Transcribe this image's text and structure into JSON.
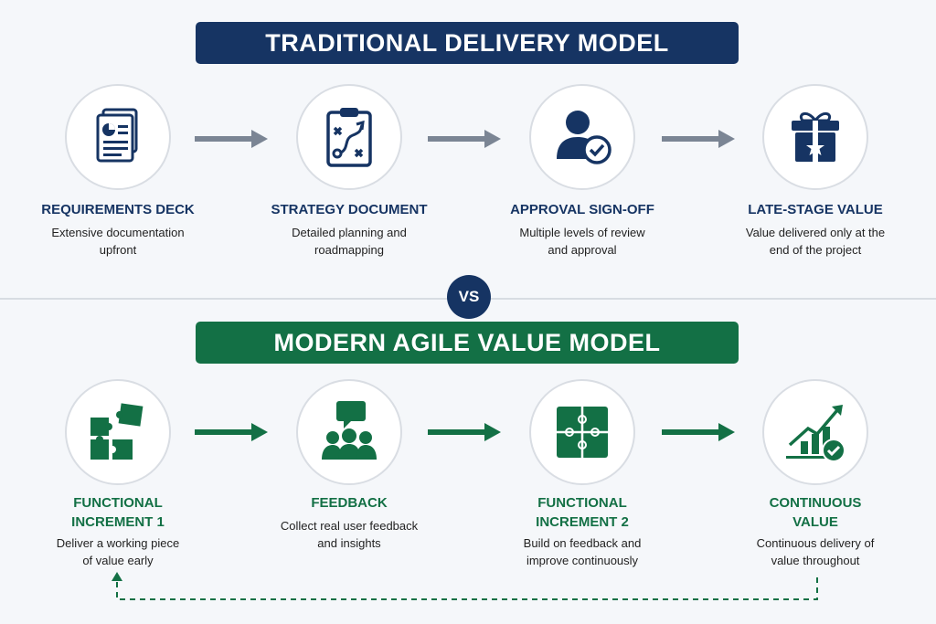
{
  "traditional": {
    "banner": "TRADITIONAL DELIVERY MODEL",
    "steps": [
      {
        "title": "REQUIREMENTS DECK",
        "desc1": "Extensive documentation",
        "desc2": "upfront",
        "icon": "document-icon"
      },
      {
        "title": "STRATEGY DOCUMENT",
        "desc1": "Detailed planning and",
        "desc2": "roadmapping",
        "icon": "clipboard-strategy-icon"
      },
      {
        "title": "APPROVAL SIGN-OFF",
        "desc1": "Multiple levels of review",
        "desc2": "and approval",
        "icon": "user-check-icon"
      },
      {
        "title": "LATE-STAGE VALUE",
        "desc1": "Value delivered only at the",
        "desc2": "end of the project",
        "icon": "gift-icon"
      }
    ]
  },
  "vs_label": "VS",
  "agile": {
    "banner": "MODERN AGILE VALUE MODEL",
    "steps": [
      {
        "title1": "FUNCTIONAL",
        "title2": "INCREMENT 1",
        "desc1": "Deliver a working piece",
        "desc2": "of value early",
        "icon": "puzzle-pieces-icon"
      },
      {
        "title1": "FEEDBACK",
        "title2": "",
        "desc1": "Collect real user feedback",
        "desc2": "and insights",
        "icon": "team-chat-icon"
      },
      {
        "title1": "FUNCTIONAL",
        "title2": "INCREMENT 2",
        "desc1": "Build on feedback and",
        "desc2": "improve continuously",
        "icon": "puzzle-complete-icon"
      },
      {
        "title1": "CONTINUOUS",
        "title2": "VALUE",
        "desc1": "Continuous delivery of",
        "desc2": "value throughout",
        "icon": "growth-chart-icon"
      }
    ]
  },
  "colors": {
    "navy": "#163463",
    "green": "#137045",
    "gray_arrow": "#7b8594"
  }
}
